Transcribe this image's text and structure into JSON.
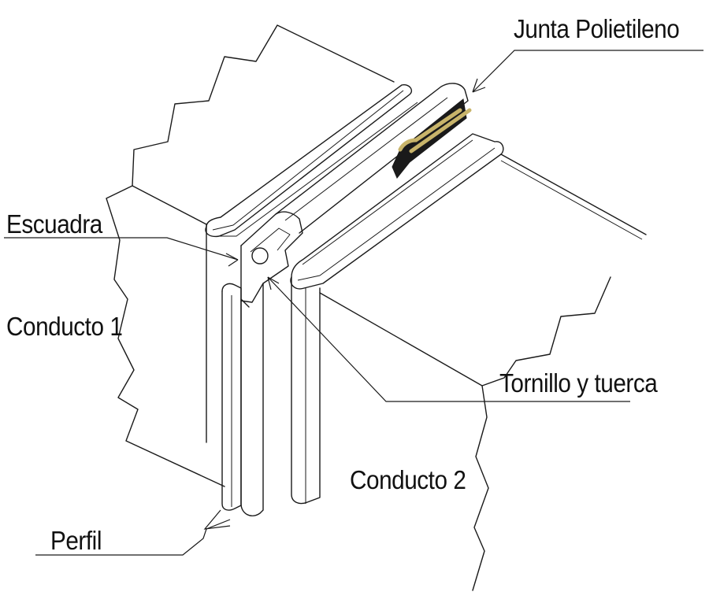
{
  "labels": {
    "junta": "Junta Polietileno",
    "escuadra": "Escuadra",
    "conducto1": "Conducto 1",
    "tornillo": "Tornillo y tuerca",
    "conducto2": "Conducto 2",
    "perfil": "Perfil"
  },
  "colors": {
    "line": "#1a1a1a",
    "gasket": "#1a1a1a",
    "gasket_edge": "#c8b46a",
    "background": "#ffffff"
  }
}
